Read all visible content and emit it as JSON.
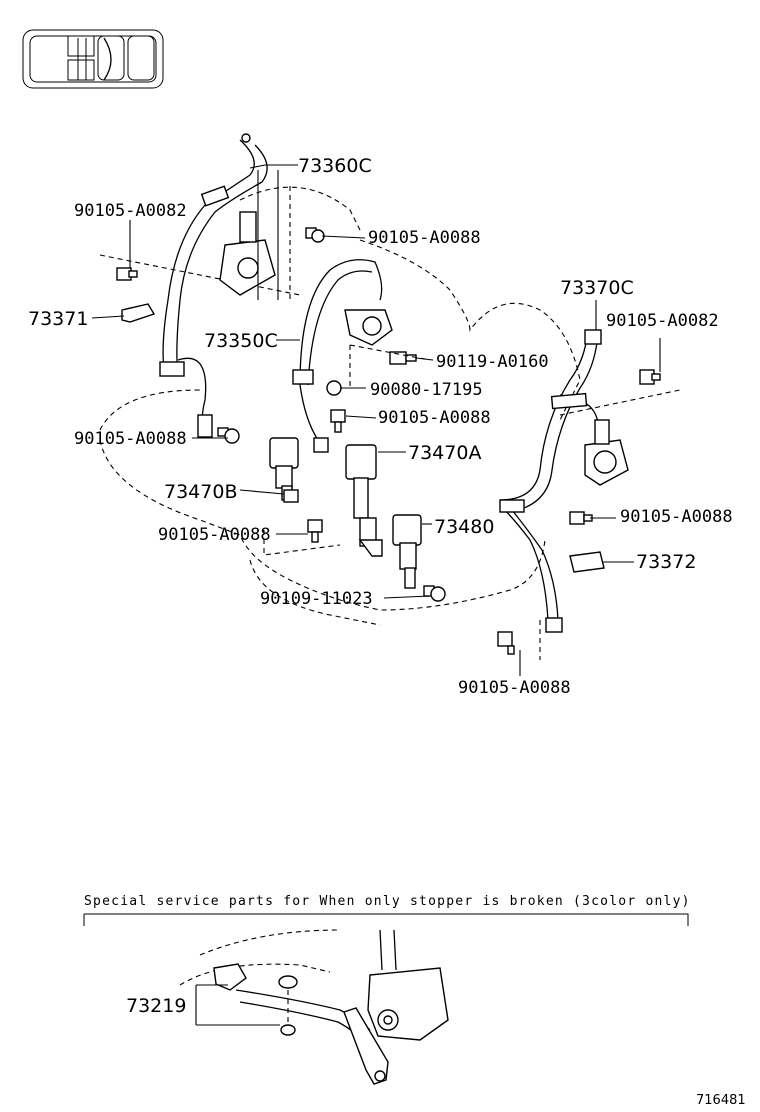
{
  "labels": {
    "p73360C": "73360C",
    "p90105_A0082_left": "90105-A0082",
    "p90105_A0088_center_top": "90105-A0088",
    "p73371": "73371",
    "p73350C": "73350C",
    "p90119_A0160": "90119-A0160",
    "p90080_17195": "90080-17195",
    "p90105_A0088_center_mid": "90105-A0088",
    "p90105_A0088_left_low": "90105-A0088",
    "p73470A": "73470A",
    "p73470B": "73470B",
    "p73480": "73480",
    "p90105_A0088_buckle": "90105-A0088",
    "p90109_11023": "90109-11023",
    "p73370C": "73370C",
    "p90105_A0082_right": "90105-A0082",
    "p90105_A0088_right": "90105-A0088",
    "p73372": "73372",
    "p90105_A0088_bottom": "90105-A0088",
    "p73219": "73219"
  },
  "note": "Special service parts for When only stopper is broken (3color only)",
  "reference_number": "716481"
}
